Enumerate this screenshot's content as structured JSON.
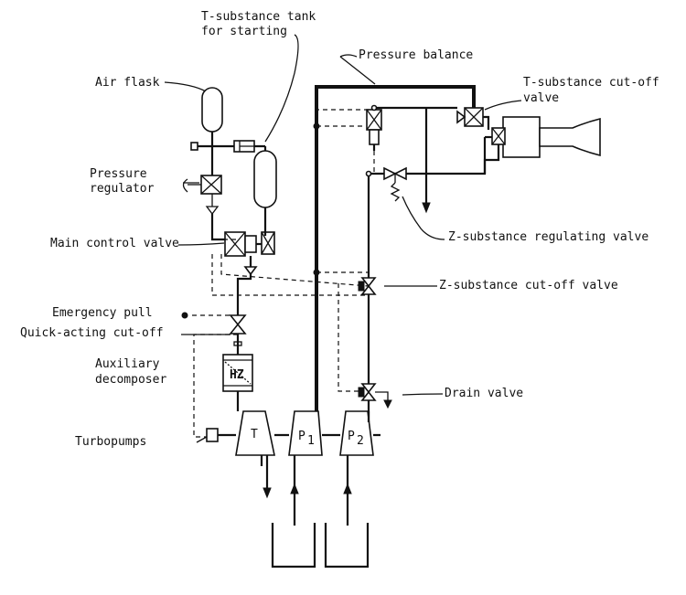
{
  "labels": {
    "t_tank": "T-substance tank",
    "t_tank_2": "for starting",
    "pressure_balance": "Pressure balance",
    "t_cutoff": "T-substance cut-off",
    "t_cutoff_2": "valve",
    "air_flask": "Air flask",
    "pressure_regulator": "Pressure",
    "pressure_regulator_2": "regulator",
    "main_control_valve": "Main control valve",
    "z_regulating_valve": "Z-substance regulating valve",
    "z_cutoff_valve": "Z-substance cut-off valve",
    "emergency_pull": "Emergency pull",
    "quick_acting": "Quick-acting cut-off",
    "aux_decomposer": "Auxiliary",
    "aux_decomposer_2": "decomposer",
    "drain_valve": "Drain valve",
    "turbopumps": "Turbopumps"
  },
  "components": {
    "decomposer_tag": "HZ",
    "turbine_tag": "T",
    "pump1_tag": "P",
    "pump1_sub": "1",
    "pump2_tag": "P",
    "pump2_sub": "2"
  }
}
